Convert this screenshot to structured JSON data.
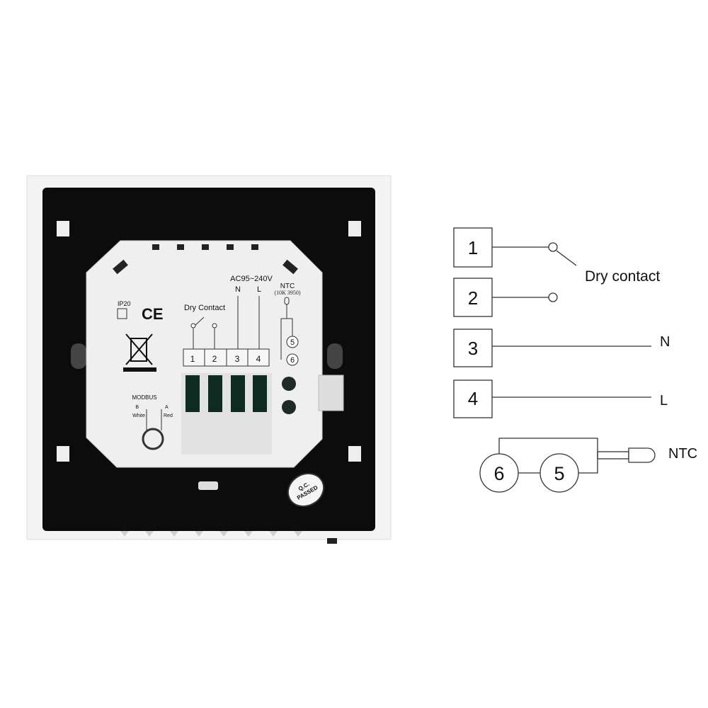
{
  "device": {
    "ac_label": "AC95~240V",
    "n_label": "N",
    "l_label": "L",
    "ntc_label": "NTC",
    "ntc_spec": "(10K 3950)",
    "dry_contact_label": "Dry Contact",
    "terminals": [
      "1",
      "2",
      "3",
      "4"
    ],
    "ntc_terminals": [
      "5",
      "6"
    ],
    "ip_label": "IP20",
    "ce_label": "CE",
    "modbus_label": "MODBUS",
    "modbus_b": "B",
    "modbus_a": "A",
    "modbus_white": "White",
    "modbus_red": "Red",
    "qc_line1": "Q.C.",
    "qc_line2": "PASSED"
  },
  "diagram": {
    "boxes": [
      "1",
      "2",
      "3",
      "4"
    ],
    "dry_contact_label": "Dry contact",
    "n_label": "N",
    "l_label": "L",
    "ntc_label": "NTC",
    "ntc_circles": [
      "6",
      "5"
    ]
  }
}
